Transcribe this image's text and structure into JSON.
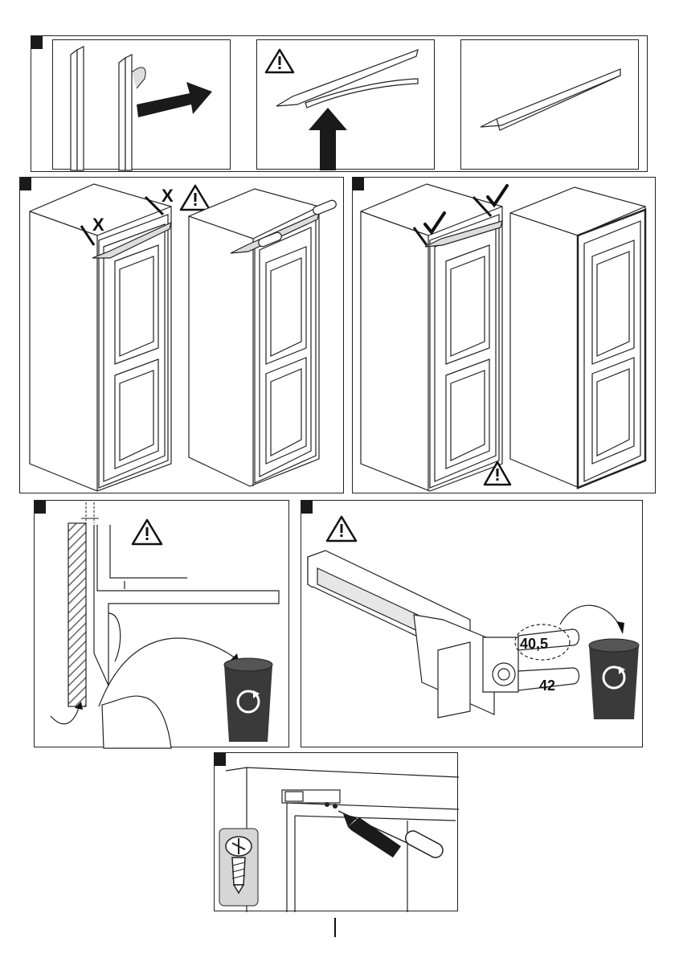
{
  "step_badges": [
    "",
    "",
    "",
    "",
    "",
    ""
  ],
  "warning_icons": [
    "warning-triangle-icon"
  ],
  "marks": {
    "wrong": "X",
    "right": "check-icon"
  },
  "size_labels": {
    "upper": "40,5",
    "lower": "42"
  },
  "icons": [
    "warning-triangle-icon",
    "recycle-bin-icon",
    "arrow-icon",
    "screwdriver-icon",
    "screw-icon",
    "check-icon",
    "cross-mark-icon"
  ],
  "colors": {
    "line": "#222222",
    "fill_dark": "#1a1a1a",
    "hatch": "#666666",
    "bin": "#3a3a3a"
  }
}
